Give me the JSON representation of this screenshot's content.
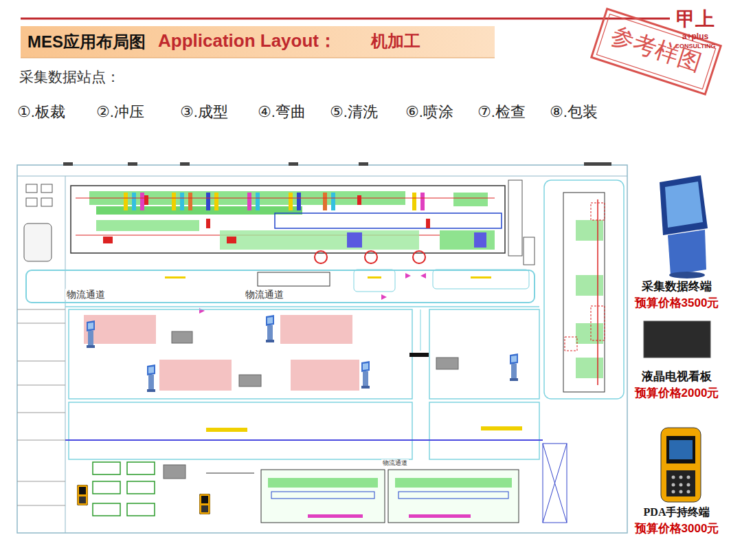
{
  "diagram": {
    "title": "MES应用布局图",
    "labels": [
      "Application Layout：",
      "机加工",
      "采集数据站点：",
      "①.板裁",
      "②.冲压",
      "③.成型",
      "④.弯曲",
      "⑤.清洗",
      "⑥.喷涂",
      "⑦.检查",
      "⑧.包装",
      "甲上",
      "a+plus",
      "CONSULTING",
      "参考样图",
      "物流通道",
      "物流通道",
      "物流通道",
      "采集数据终端",
      "预算价格3500元",
      "液晶电视看板",
      "预算价格2000元",
      "PDA手持终端",
      "预算价格3000元"
    ]
  }
}
